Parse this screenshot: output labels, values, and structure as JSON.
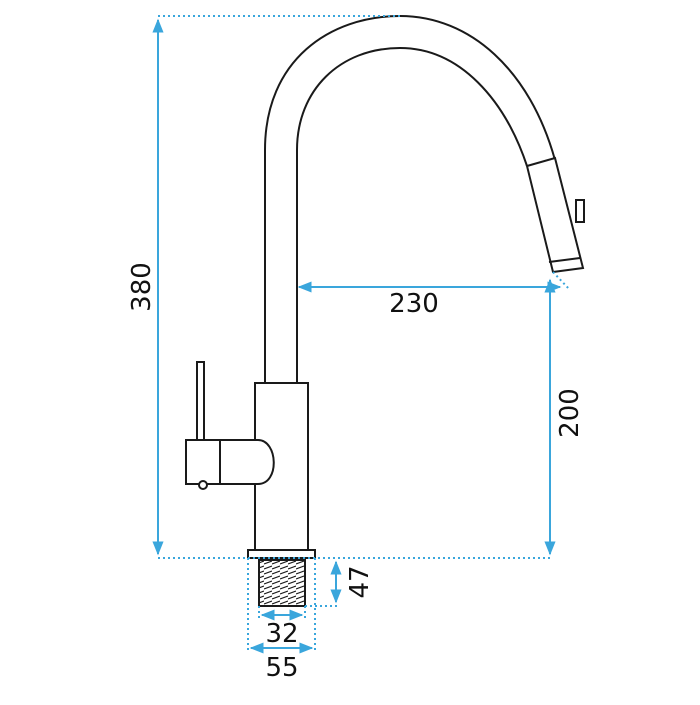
{
  "diagram": {
    "subject": "pull-out kitchen faucet technical drawing",
    "colors": {
      "outline": "#1a1a1a",
      "dimension": "#3aa6dc",
      "background": "#ffffff"
    },
    "dimensions": {
      "total_height": "380",
      "spout_reach": "230",
      "spout_clearance": "200",
      "shank_length": "47",
      "shank_diameter": "32",
      "base_diameter": "55"
    }
  }
}
